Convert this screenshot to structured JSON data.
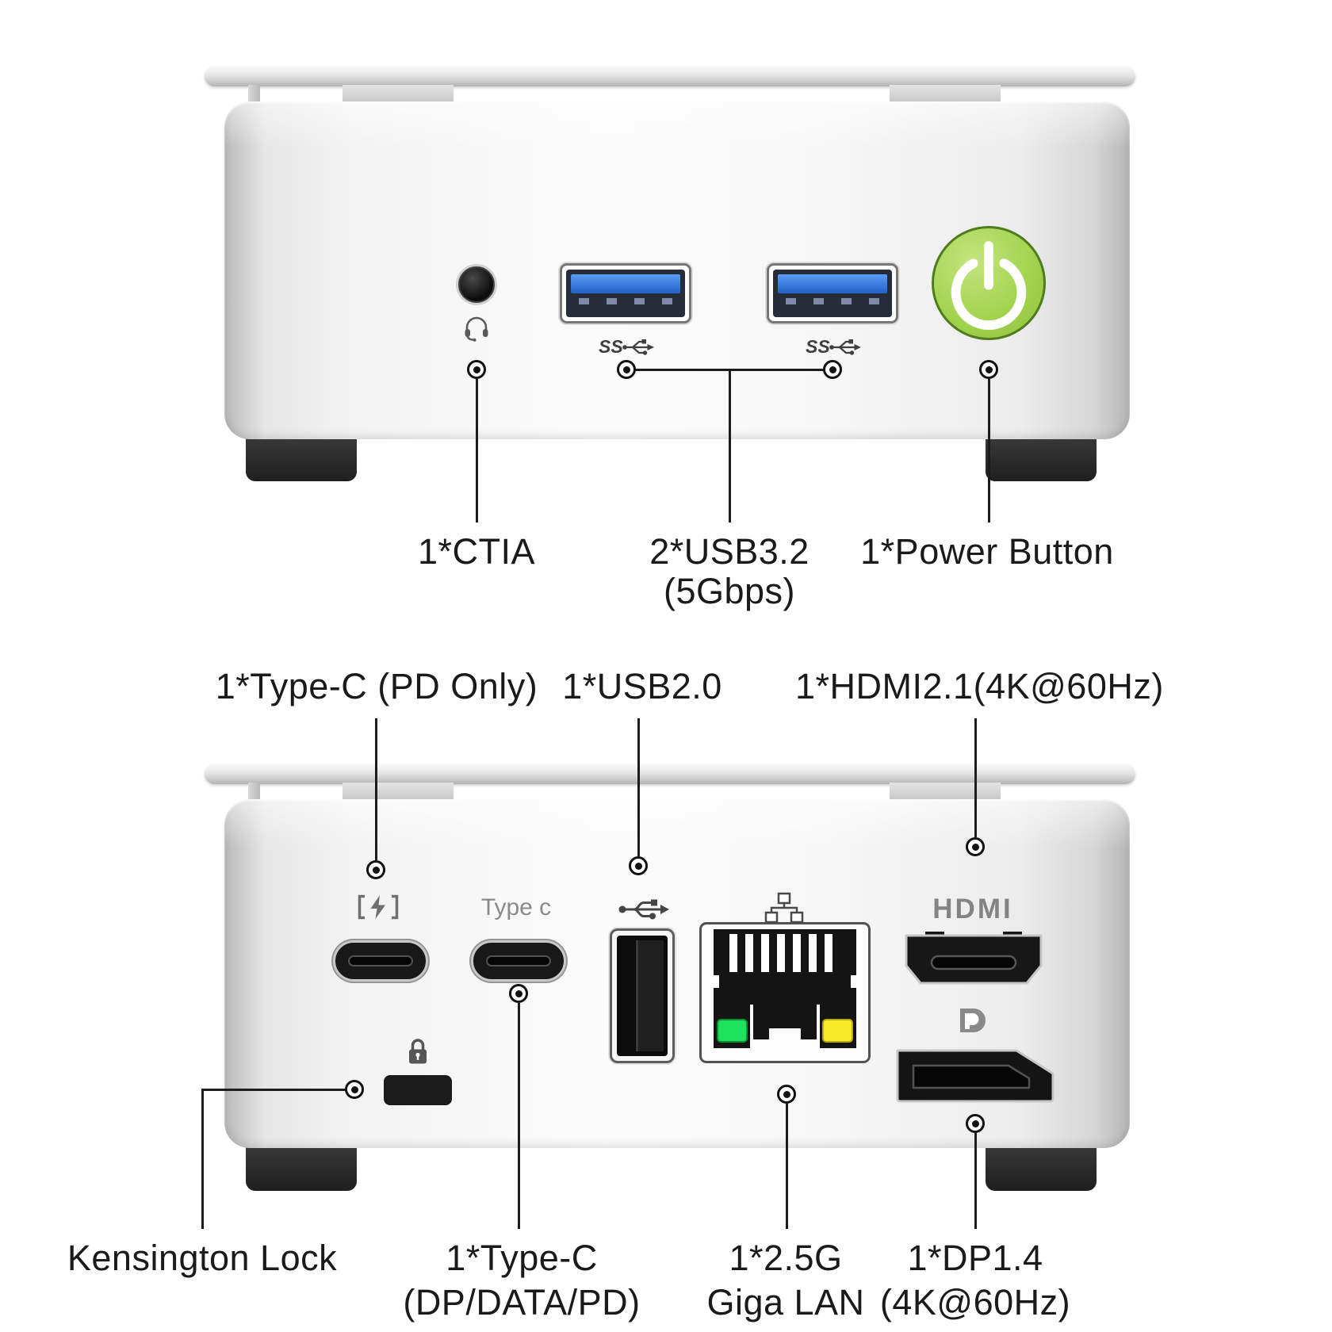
{
  "front": {
    "callouts": [
      {
        "label": "1*CTIA",
        "sublabel": ""
      },
      {
        "label": "2*USB3.2",
        "sublabel": "(5Gbps)"
      },
      {
        "label": "1*Power Button",
        "sublabel": ""
      }
    ],
    "port_texts": {
      "ss": "SS"
    }
  },
  "rear": {
    "top_callouts": [
      {
        "label": "1*Type-C (PD Only)"
      },
      {
        "label": "1*USB2.0"
      },
      {
        "label": "1*HDMI2.1(4K@60Hz)"
      }
    ],
    "bottom_callouts": [
      {
        "label": "Kensington Lock",
        "sublabel": ""
      },
      {
        "label": "1*Type-C",
        "sublabel": "(DP/DATA/PD)"
      },
      {
        "label": "1*2.5G",
        "sublabel": "Giga LAN"
      },
      {
        "label": "1*DP1.4",
        "sublabel": "(4K@60Hz)"
      }
    ],
    "port_texts": {
      "type_c": "Type c",
      "hdmi": "HDMI"
    }
  },
  "colors": {
    "power_button_green": "#9ed04a",
    "usb3_blue": "#2f79e3",
    "lan_led_green": "#1de25b",
    "lan_led_yellow": "#f6ea25",
    "label_text": "#1a1a1a",
    "port_icon_gray": "#8a8a8a",
    "chassis_silver": "#e9e9e9"
  }
}
